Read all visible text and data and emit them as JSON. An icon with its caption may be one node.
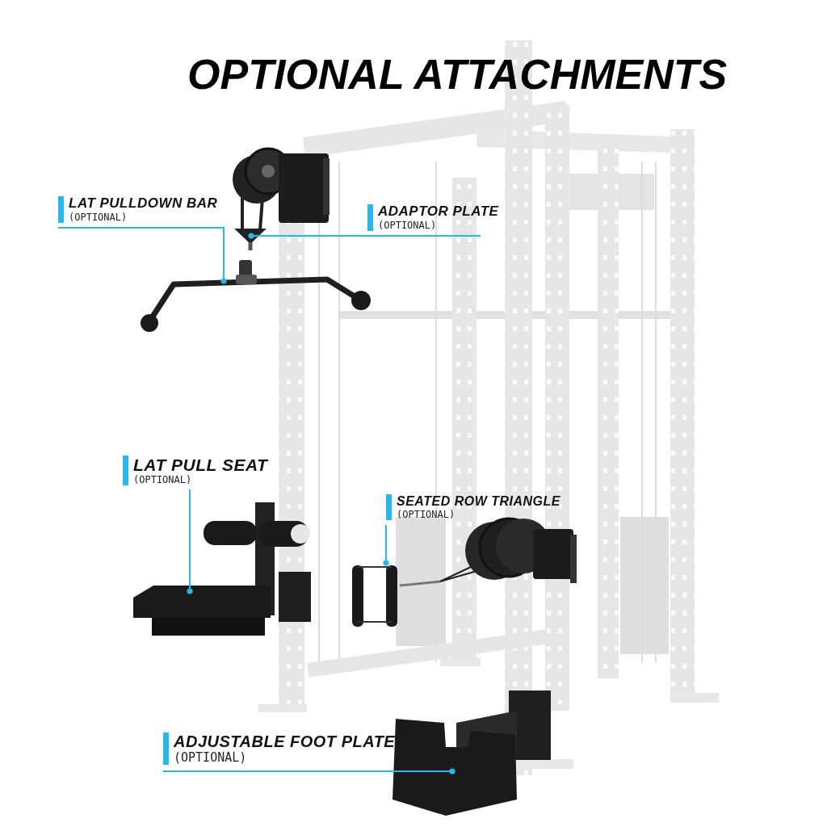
{
  "diagram": {
    "title": "OPTIONAL ATTACHMENTS",
    "nodes": [
      {
        "text": [
          "LAT PULLDOWN BAR",
          "(OPTIONAL)"
        ]
      },
      {
        "text": [],
        "shape": "picture"
      },
      {
        "text": [
          "ADAPTOR PLATE",
          "(OPTIONAL)"
        ]
      },
      {
        "text": [],
        "shape": "picture"
      },
      {
        "text": [
          "LAT PULL SEAT",
          "(OPTIONAL)"
        ]
      },
      {
        "text": [],
        "shape": "picture"
      },
      {
        "text": [
          "SEATED ROW TRIANGLE",
          "(OPTIONAL)"
        ]
      },
      {
        "text": [],
        "shape": "picture"
      },
      {
        "text": [
          "ADJUSTABLE FOOT PLATE",
          "(OPTIONAL)"
        ]
      },
      {
        "text": [],
        "shape": "picture"
      }
    ],
    "edges": [
      {
        "from": 0,
        "to": 1,
        "arrow": "other"
      },
      {
        "from": 2,
        "to": 3,
        "arrow": "other"
      },
      {
        "from": 4,
        "to": 5,
        "arrow": "other"
      },
      {
        "from": 6,
        "to": 7,
        "arrow": "other"
      },
      {
        "from": 8,
        "to": 9,
        "arrow": "other"
      }
    ]
  }
}
